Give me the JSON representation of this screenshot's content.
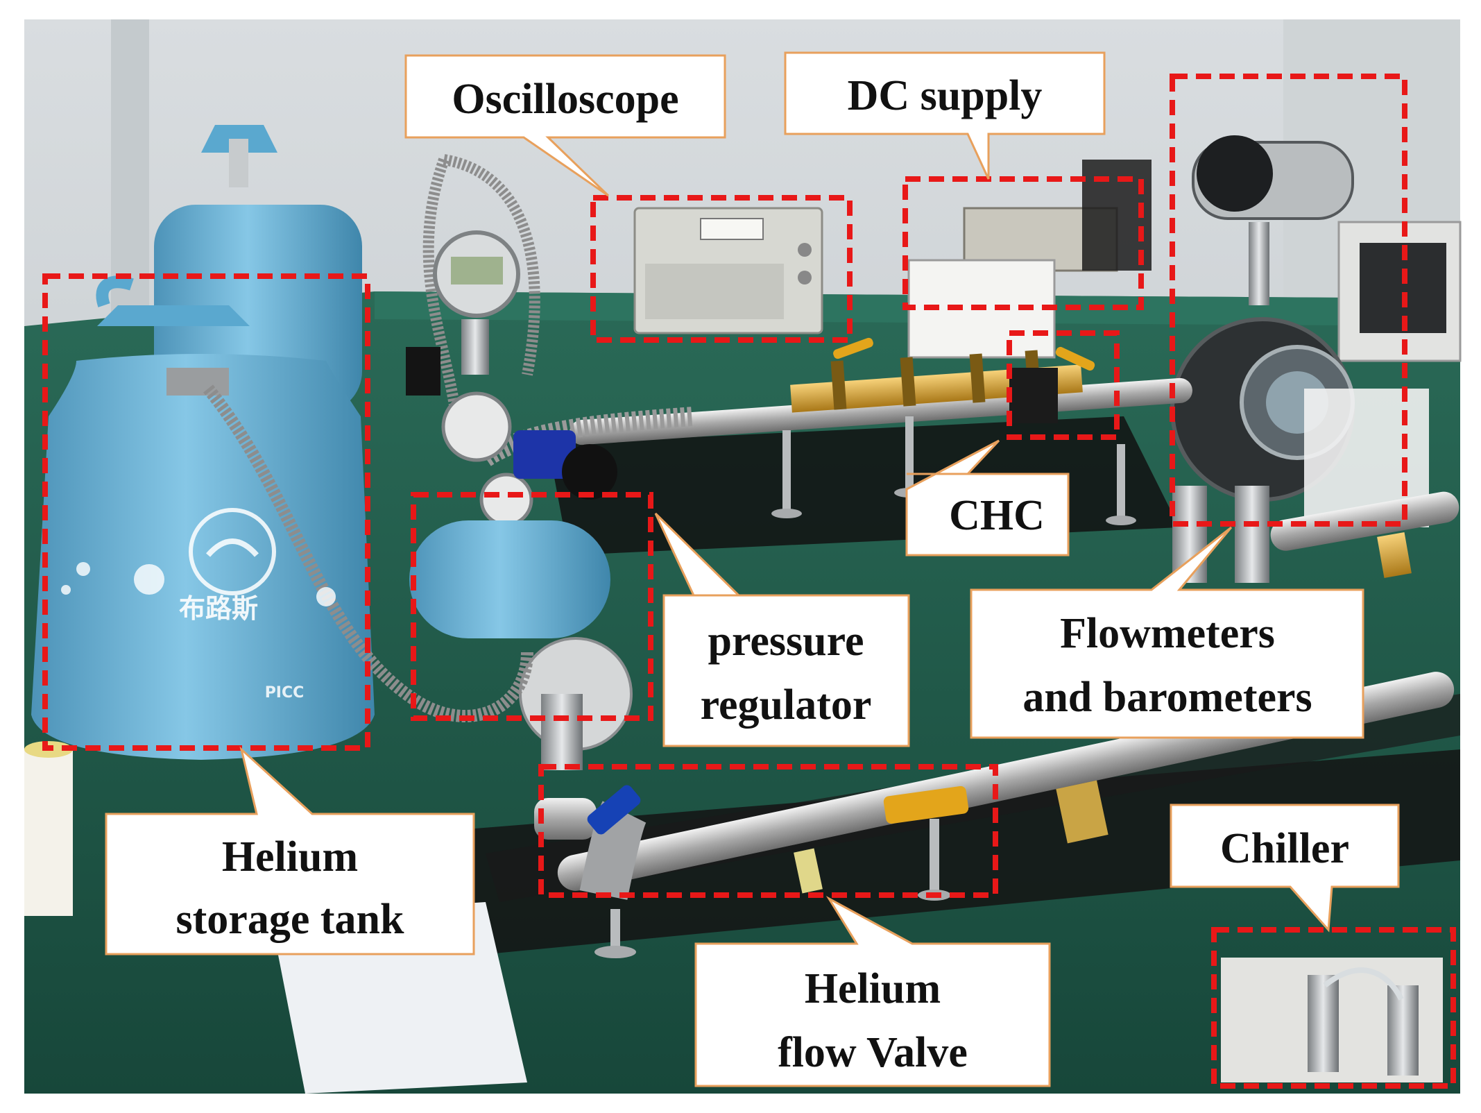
{
  "labels": {
    "oscilloscope": "Oscilloscope",
    "dc_supply": "DC supply",
    "chc": "CHC",
    "pressure_regulator": [
      "pressure",
      "regulator"
    ],
    "flowmeters": [
      "Flowmeters",
      "and barometers"
    ],
    "helium_tank": [
      "Helium",
      "storage tank"
    ],
    "helium_valve": [
      "Helium",
      "flow Valve"
    ],
    "chiller": "Chiller"
  },
  "tank_text": {
    "brand": "布路斯",
    "insurer": "PICC"
  },
  "colors": {
    "callout_border": "#e8a05c",
    "highlight_box": "#e81818",
    "bench_green": "#1f5a49",
    "tank_blue": "#6cb3d6"
  }
}
